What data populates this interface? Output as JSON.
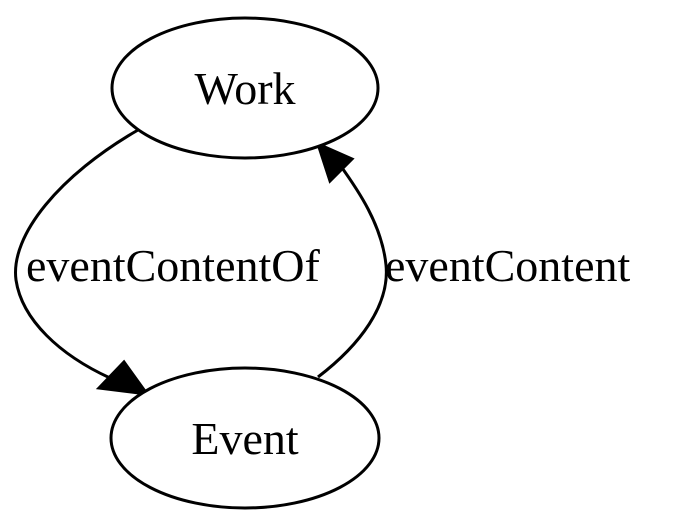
{
  "diagram": {
    "nodes": {
      "work": {
        "label": "Work"
      },
      "event": {
        "label": "Event"
      }
    },
    "edges": {
      "event_content_of": {
        "label": "eventContentOf",
        "from": "Work",
        "to": "Event"
      },
      "event_content": {
        "label": "eventContent",
        "from": "Event",
        "to": "Work"
      }
    }
  }
}
